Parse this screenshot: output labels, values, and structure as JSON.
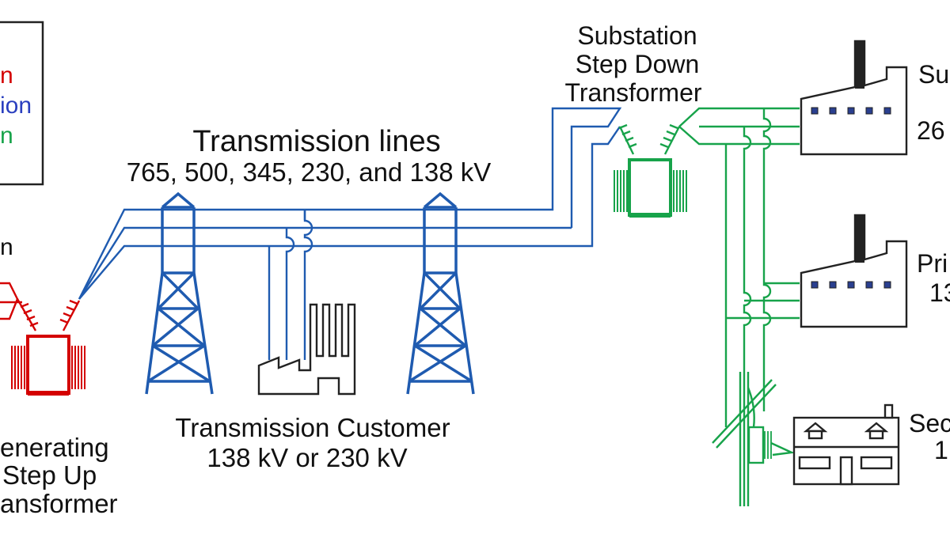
{
  "colors": {
    "generation": "#d40000",
    "transmission": "#1f5bb0",
    "distribution": "#17a34a",
    "outline": "#222222"
  },
  "legend": {
    "items": [
      {
        "text": "n",
        "color": "#d40000"
      },
      {
        "text": "ion",
        "color": "#2a3fbf"
      },
      {
        "text": "n",
        "color": "#17a34a"
      }
    ]
  },
  "left_partial": {
    "text": "n"
  },
  "transmission_lines": {
    "title": "Transmission lines",
    "voltages": "765, 500, 345, 230, and 138 kV"
  },
  "substation": {
    "lines": [
      "Substation",
      "Step Down",
      "Transformer"
    ]
  },
  "transmission_customer": {
    "lines": [
      "Transmission Customer",
      "138 kV or 230 kV"
    ]
  },
  "generating": {
    "lines": [
      "enerating",
      "Step Up",
      "ansformer"
    ]
  },
  "customers": {
    "sub": {
      "name": "Su",
      "value": "26"
    },
    "primary": {
      "name": "Pri",
      "value": "13"
    },
    "secondary": {
      "name": "Sec",
      "value": "1"
    }
  }
}
